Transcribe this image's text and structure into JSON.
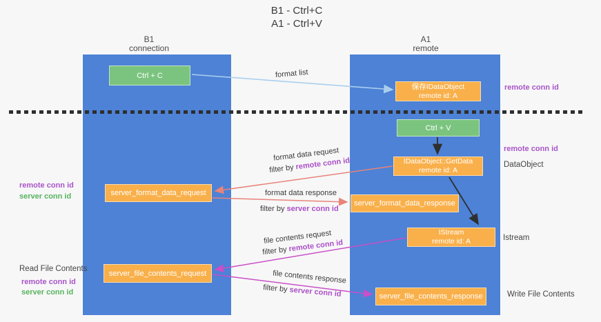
{
  "title": {
    "line1": "B1 - Ctrl+C",
    "line2": "A1 - Ctrl+V"
  },
  "lifelines": {
    "b1": {
      "name": "B1",
      "role": "connection"
    },
    "a1": {
      "name": "A1",
      "role": "remote"
    }
  },
  "boxes": {
    "ctrl_c": {
      "label": "Ctrl + C"
    },
    "save_dataobject": {
      "line1": "保存IDataObject",
      "line2": "remote id: A"
    },
    "ctrl_v": {
      "label": "Ctrl + V"
    },
    "getdata": {
      "line1": "IDataObject::GetData",
      "line2": "remote id: A"
    },
    "format_request": {
      "label": "server_format_data_request"
    },
    "format_response": {
      "label": "server_format_data_response"
    },
    "istream": {
      "line1": "IStream",
      "line2": "remote id: A"
    },
    "file_request": {
      "label": "server_file_contents_request"
    },
    "file_response": {
      "label": "server_file_contents_response"
    }
  },
  "arrow_labels": {
    "format_list": "format list",
    "format_data_request": "format data request",
    "filter_request_1": {
      "prefix": "filter by ",
      "key": "remote conn id"
    },
    "format_data_response": "format data response",
    "filter_response_1": {
      "prefix": "filter by ",
      "key": "server conn id"
    },
    "file_contents_request": "file contents request",
    "filter_request_2": {
      "prefix": "filter by ",
      "key": "remote conn id"
    },
    "file_contents_response": "file contents response",
    "filter_response_2": {
      "prefix": "filter by ",
      "key": "server conn id"
    }
  },
  "annotations": {
    "left": {
      "remote_conn_id_1": "remote conn id",
      "server_conn_id_1": "server conn id",
      "read_file_contents": "Read File Contents",
      "remote_conn_id_2": "remote conn id",
      "server_conn_id_2": "server conn id"
    },
    "right": {
      "remote_conn_id_1": "remote conn id",
      "remote_conn_id_2": "remote conn id",
      "dataobject": "DataObject",
      "istream": "Istream",
      "write_file_contents": "Write File Contents"
    }
  },
  "colors": {
    "lifeline_blue": "#4d82d6",
    "box_orange": "#f9b04b",
    "box_green": "#7bc47f",
    "purple_text": "#a855c8",
    "green_text": "#56b45e",
    "filter_key_purple": "#ab4fc8",
    "arrow_salmon": "#e8837a",
    "arrow_magenta": "#c94fc9",
    "arrow_lightblue": "#aacfee",
    "arrow_black": "#2f2f2f"
  }
}
